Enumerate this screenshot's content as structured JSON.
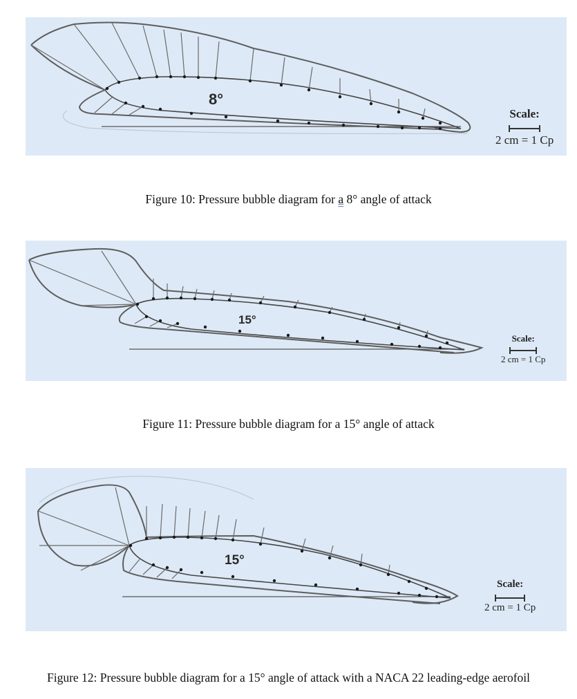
{
  "figures": [
    {
      "angle_label": "8°",
      "scale_title": "Scale:",
      "scale_text": "2 cm = 1 Cp",
      "caption_before": "Figure 10: Pressure bubble diagram for ",
      "caption_underlined": "a",
      "caption_after": " 8° angle of attack"
    },
    {
      "angle_label": "15°",
      "scale_title": "Scale:",
      "scale_text": "2 cm = 1 Cp",
      "caption": "Figure 11: Pressure bubble diagram for a 15° angle of attack"
    },
    {
      "angle_label": "15°",
      "scale_title": "Scale:",
      "scale_text": "2 cm = 1 Cp",
      "caption": "Figure 12: Pressure bubble diagram for a 15° angle of attack with a NACA 22 leading-edge aerofoil"
    }
  ],
  "colors": {
    "photo_background": "#dde9f6",
    "pencil_line": "#6a6a6a",
    "point_marker": "#1a1a1a"
  }
}
